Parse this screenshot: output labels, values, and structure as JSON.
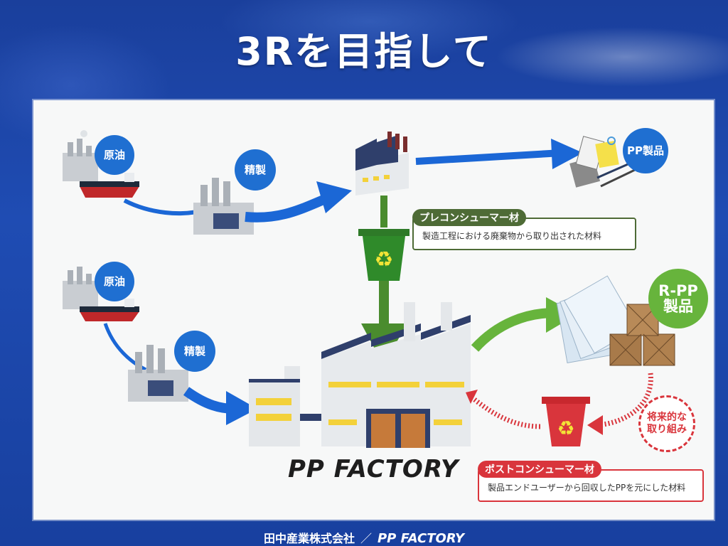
{
  "title": "3Rを目指して",
  "flow_top": {
    "crude": "原油",
    "refine": "精製",
    "product": "PP製品"
  },
  "flow_bottom": {
    "crude": "原油",
    "refine": "精製",
    "rpp_product_line1": "R-PP",
    "rpp_product_line2": "製品"
  },
  "pre_consumer": {
    "tag": "プレコンシューマー材",
    "desc": "製造工程における廃棄物から取り出された材料"
  },
  "post_consumer": {
    "tag": "ポストコンシューマー材",
    "desc": "製品エンドユーザーから回収したPPを元にした材料"
  },
  "future": {
    "line1": "将来的な",
    "line2": "取り組み"
  },
  "factory_name": "PP FACTORY",
  "footer": {
    "company": "田中産業株式会社",
    "separator": "／",
    "brand": "PP FACTORY"
  },
  "colors": {
    "background_blue": "#1f4cb3",
    "bubble_blue": "#1f6fd1",
    "arrow_blue": "#1b67d6",
    "green": "#67b43c",
    "dark_green": "#4e6b36",
    "red": "#d9353c",
    "window_yellow": "#f3d13a"
  },
  "icons": [
    "recycle-bin-icon",
    "refinery-icon",
    "tanker-ship-icon",
    "factory-icon",
    "stationery-icon",
    "file-folder-icon",
    "wooden-crate-icon"
  ]
}
